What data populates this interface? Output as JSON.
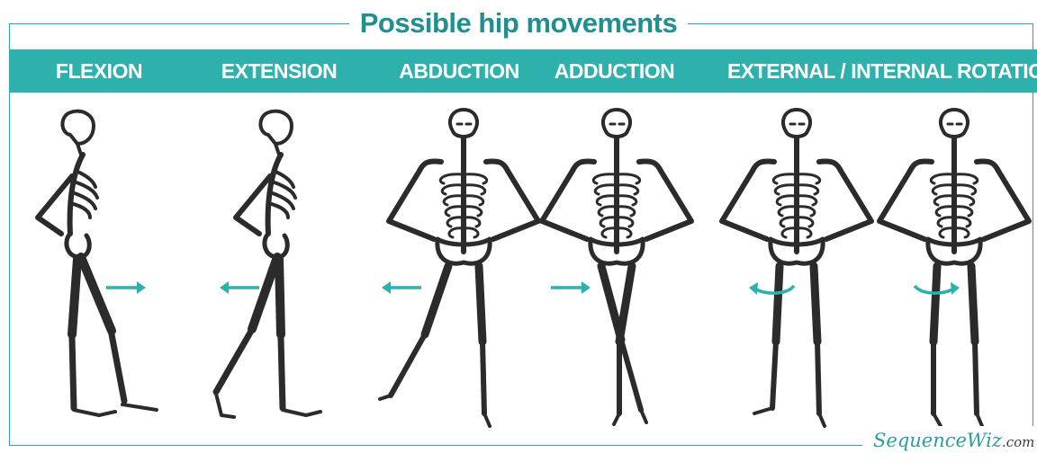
{
  "title": "Possible hip movements",
  "columns": [
    {
      "label": "FLEXION"
    },
    {
      "label": "EXTENSION"
    },
    {
      "label": "ABDUCTION"
    },
    {
      "label": "ADDUCTION"
    },
    {
      "label": "EXTERNAL / INTERNAL ROTATION"
    }
  ],
  "logo": {
    "brand": "SequenceWiz",
    "domain": ".com"
  },
  "colors": {
    "accent": "#2eb1ad",
    "title": "#1f8f8f",
    "bone": "#2b2b2b"
  },
  "icons": {
    "movement": "arrow-icon",
    "rotation": "curved-arrow-icon"
  }
}
